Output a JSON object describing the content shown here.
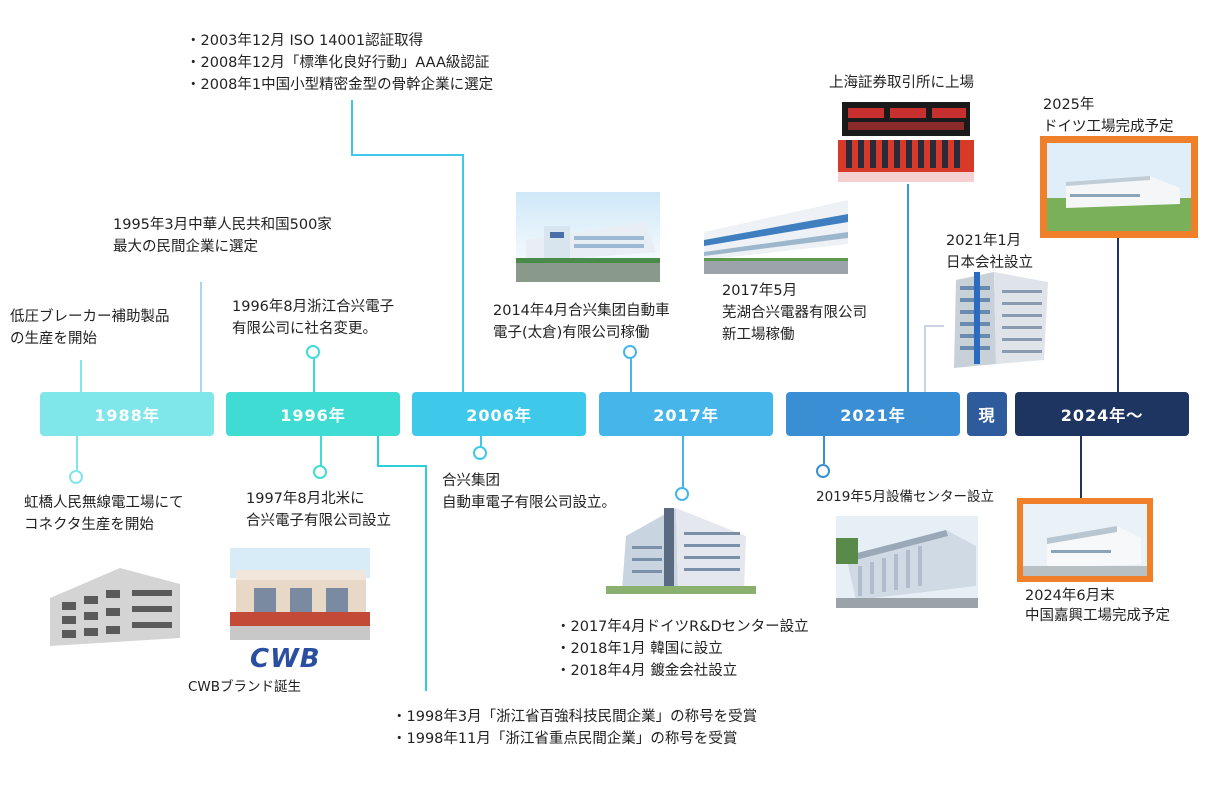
{
  "timeline": {
    "segments": [
      {
        "label": "1988年",
        "color": "#7fe6ea"
      },
      {
        "label": "1996年",
        "color": "#3fdcd4"
      },
      {
        "label": "2006年",
        "color": "#3ec8ea"
      },
      {
        "label": "2017年",
        "color": "#45b5ea"
      },
      {
        "label": "2021年",
        "color": "#3a8fd4"
      },
      {
        "label": "現",
        "color": "#2e5b9c"
      },
      {
        "label": "2024年～",
        "color": "#1e3461"
      }
    ]
  },
  "events": {
    "e1988_top": [
      "低圧ブレーカー補助製品",
      "の生産を開始"
    ],
    "e1995": [
      "1995年3月中華人民共和国500家",
      "最大の民間企業に選定"
    ],
    "e1996_top": [
      "1996年8月浙江合兴電子",
      "有限公司に社名変更。"
    ],
    "e2003": [
      "・2003年12月 ISO 14001認証取得",
      "・2008年12月「標準化良好行動」AAA級認証",
      "・2008年1中国小型精密金型の骨幹企業に選定"
    ],
    "e2014": [
      "2014年4月合兴集团自動車",
      "電子(太倉)有限公司稼働"
    ],
    "e2017_wuhu": [
      "2017年5月",
      "芜湖合兴電器有限公司",
      "新工場稼働"
    ],
    "e_sse": "上海証券取引所に上場",
    "e2025": [
      "2025年",
      "ドイツ工場完成予定"
    ],
    "e2021_jp": [
      "2021年1月",
      "日本会社設立"
    ],
    "e1988_bottom": [
      "虹橋人民無線電工場にて",
      "コネクタ生産を開始"
    ],
    "e1997": [
      "1997年8月北米に",
      "合兴電子有限公司設立"
    ],
    "cwb_logo": "CWB",
    "cwb_brand": "CWBブランド誕生",
    "e1998": [
      "・1998年3月「浙江省百強科技民間企業」の称号を受賞",
      "・1998年11月「浙江省重点民間企業」の称号を受賞"
    ],
    "e2006": [
      "合兴集团",
      "自動車電子有限公司設立。"
    ],
    "e2017_bottom": [
      "・2017年4月ドイツR&Dセンター設立",
      "・2018年1月 韓国に設立",
      "・2018年4月 鍍金会社設立"
    ],
    "e2019": "2019年5月設備センター設立",
    "e2024": [
      "2024年6月末",
      "中国嘉興工場完成予定"
    ]
  },
  "colors": {
    "orange_frame": "#f07f2a",
    "connector_light": "#8cc8e8",
    "connector_cyan": "#2cd0d8"
  }
}
